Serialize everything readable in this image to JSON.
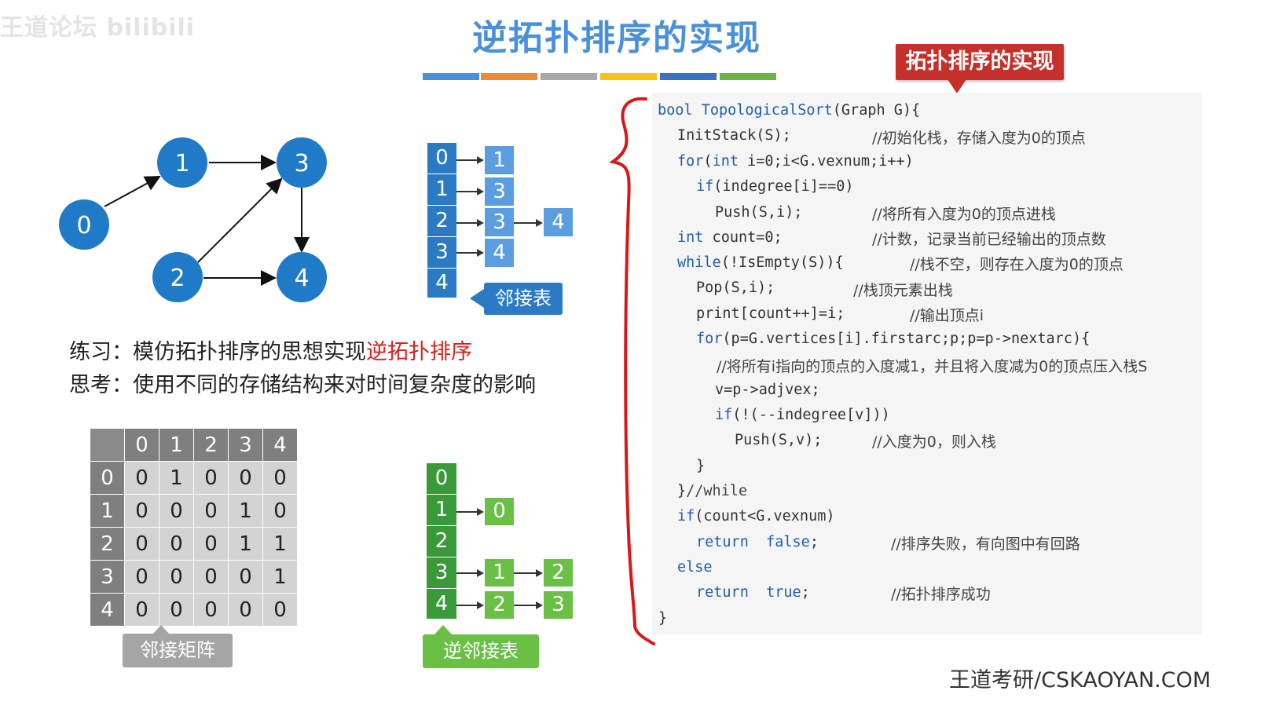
{
  "watermark": "王道论坛 bilibili",
  "title": "逆拓扑排序的实现",
  "color_bar": [
    "#4a90d9",
    "#e98b3a",
    "#a8a8a8",
    "#f4c21b",
    "#3c6fbf",
    "#6bb344"
  ],
  "callout": "拓扑排序的实现",
  "graph": {
    "nodes": [
      "0",
      "1",
      "2",
      "3",
      "4"
    ],
    "edges": [
      [
        "0",
        "1"
      ],
      [
        "1",
        "3"
      ],
      [
        "2",
        "3"
      ],
      [
        "2",
        "4"
      ],
      [
        "3",
        "4"
      ]
    ]
  },
  "adj_list": {
    "label": "邻接表",
    "vertices": [
      "0",
      "1",
      "2",
      "3",
      "4"
    ],
    "rows": [
      [
        "1"
      ],
      [
        "3"
      ],
      [
        "3",
        "4"
      ],
      [
        "4"
      ],
      []
    ]
  },
  "inv_adj_list": {
    "label": "逆邻接表",
    "vertices": [
      "0",
      "1",
      "2",
      "3",
      "4"
    ],
    "rows": [
      [],
      [
        "0"
      ],
      [],
      [
        "1",
        "2"
      ],
      [
        "2",
        "3"
      ]
    ]
  },
  "exercise": {
    "line1_prefix": "练习：模仿拓扑排序的思想实现",
    "line1_highlight": "逆拓扑排序",
    "line2": "思考：使用不同的存储结构来对时间复杂度的影响"
  },
  "matrix": {
    "label": "邻接矩阵",
    "headers": [
      "0",
      "1",
      "2",
      "3",
      "4"
    ],
    "rows": [
      [
        "0",
        "1",
        "0",
        "0",
        "0"
      ],
      [
        "0",
        "0",
        "0",
        "1",
        "0"
      ],
      [
        "0",
        "0",
        "0",
        "1",
        "1"
      ],
      [
        "0",
        "0",
        "0",
        "0",
        "1"
      ],
      [
        "0",
        "0",
        "0",
        "0",
        "0"
      ]
    ]
  },
  "code": {
    "l1_kw": "bool",
    "l1_fn": "TopologicalSort",
    "l1_rest": "(Graph G){",
    "l2": "InitStack(S);",
    "l2_cm": "//初始化栈，存储入度为0的顶点",
    "l3_kw": "for",
    "l3_a": "(",
    "l3_kw2": "int",
    "l3_b": " i=0;i<G.vexnum;i++)",
    "l4_kw": "if",
    "l4_rest": "(indegree[i]==0)",
    "l5": "Push(S,i);",
    "l5_cm": "//将所有入度为0的顶点进栈",
    "l6_kw": "int",
    "l6_rest": " count=0;",
    "l6_cm": "//计数，记录当前已经输出的顶点数",
    "l7_kw": "while",
    "l7_rest": "(!IsEmpty(S)){",
    "l7_cm": "//栈不空，则存在入度为0的顶点",
    "l8": "Pop(S,i);",
    "l8_cm": "//栈顶元素出栈",
    "l9": "print[count++]=i;",
    "l9_cm": "//输出顶点i",
    "l10_kw": "for",
    "l10_rest": "(p=G.vertices[i].firstarc;p;p=p->nextarc){",
    "l11_cm": "//将所有i指向的顶点的入度减1，并且将入度减为0的顶点压入栈S",
    "l12": "v=p->adjvex;",
    "l13_kw": "if",
    "l13_rest": "(!(--indegree[v]))",
    "l14": "Push(S,v);",
    "l14_cm": "//入度为0，则入栈",
    "l15": "}",
    "l16": "}",
    "l16_cm": "//while",
    "l17_kw": "if",
    "l17_rest": "(count<G.vexnum)",
    "l18_kw": "return",
    "l18_kw2": "false",
    "l18_rest": ";",
    "l18_cm": "//排序失败，有向图中有回路",
    "l19_kw": "else",
    "l20_kw": "return",
    "l20_kw2": "true",
    "l20_rest": ";",
    "l20_cm": "//拓扑排序成功",
    "l21": "}"
  },
  "footer": "王道考研/CSKAOYAN.COM"
}
